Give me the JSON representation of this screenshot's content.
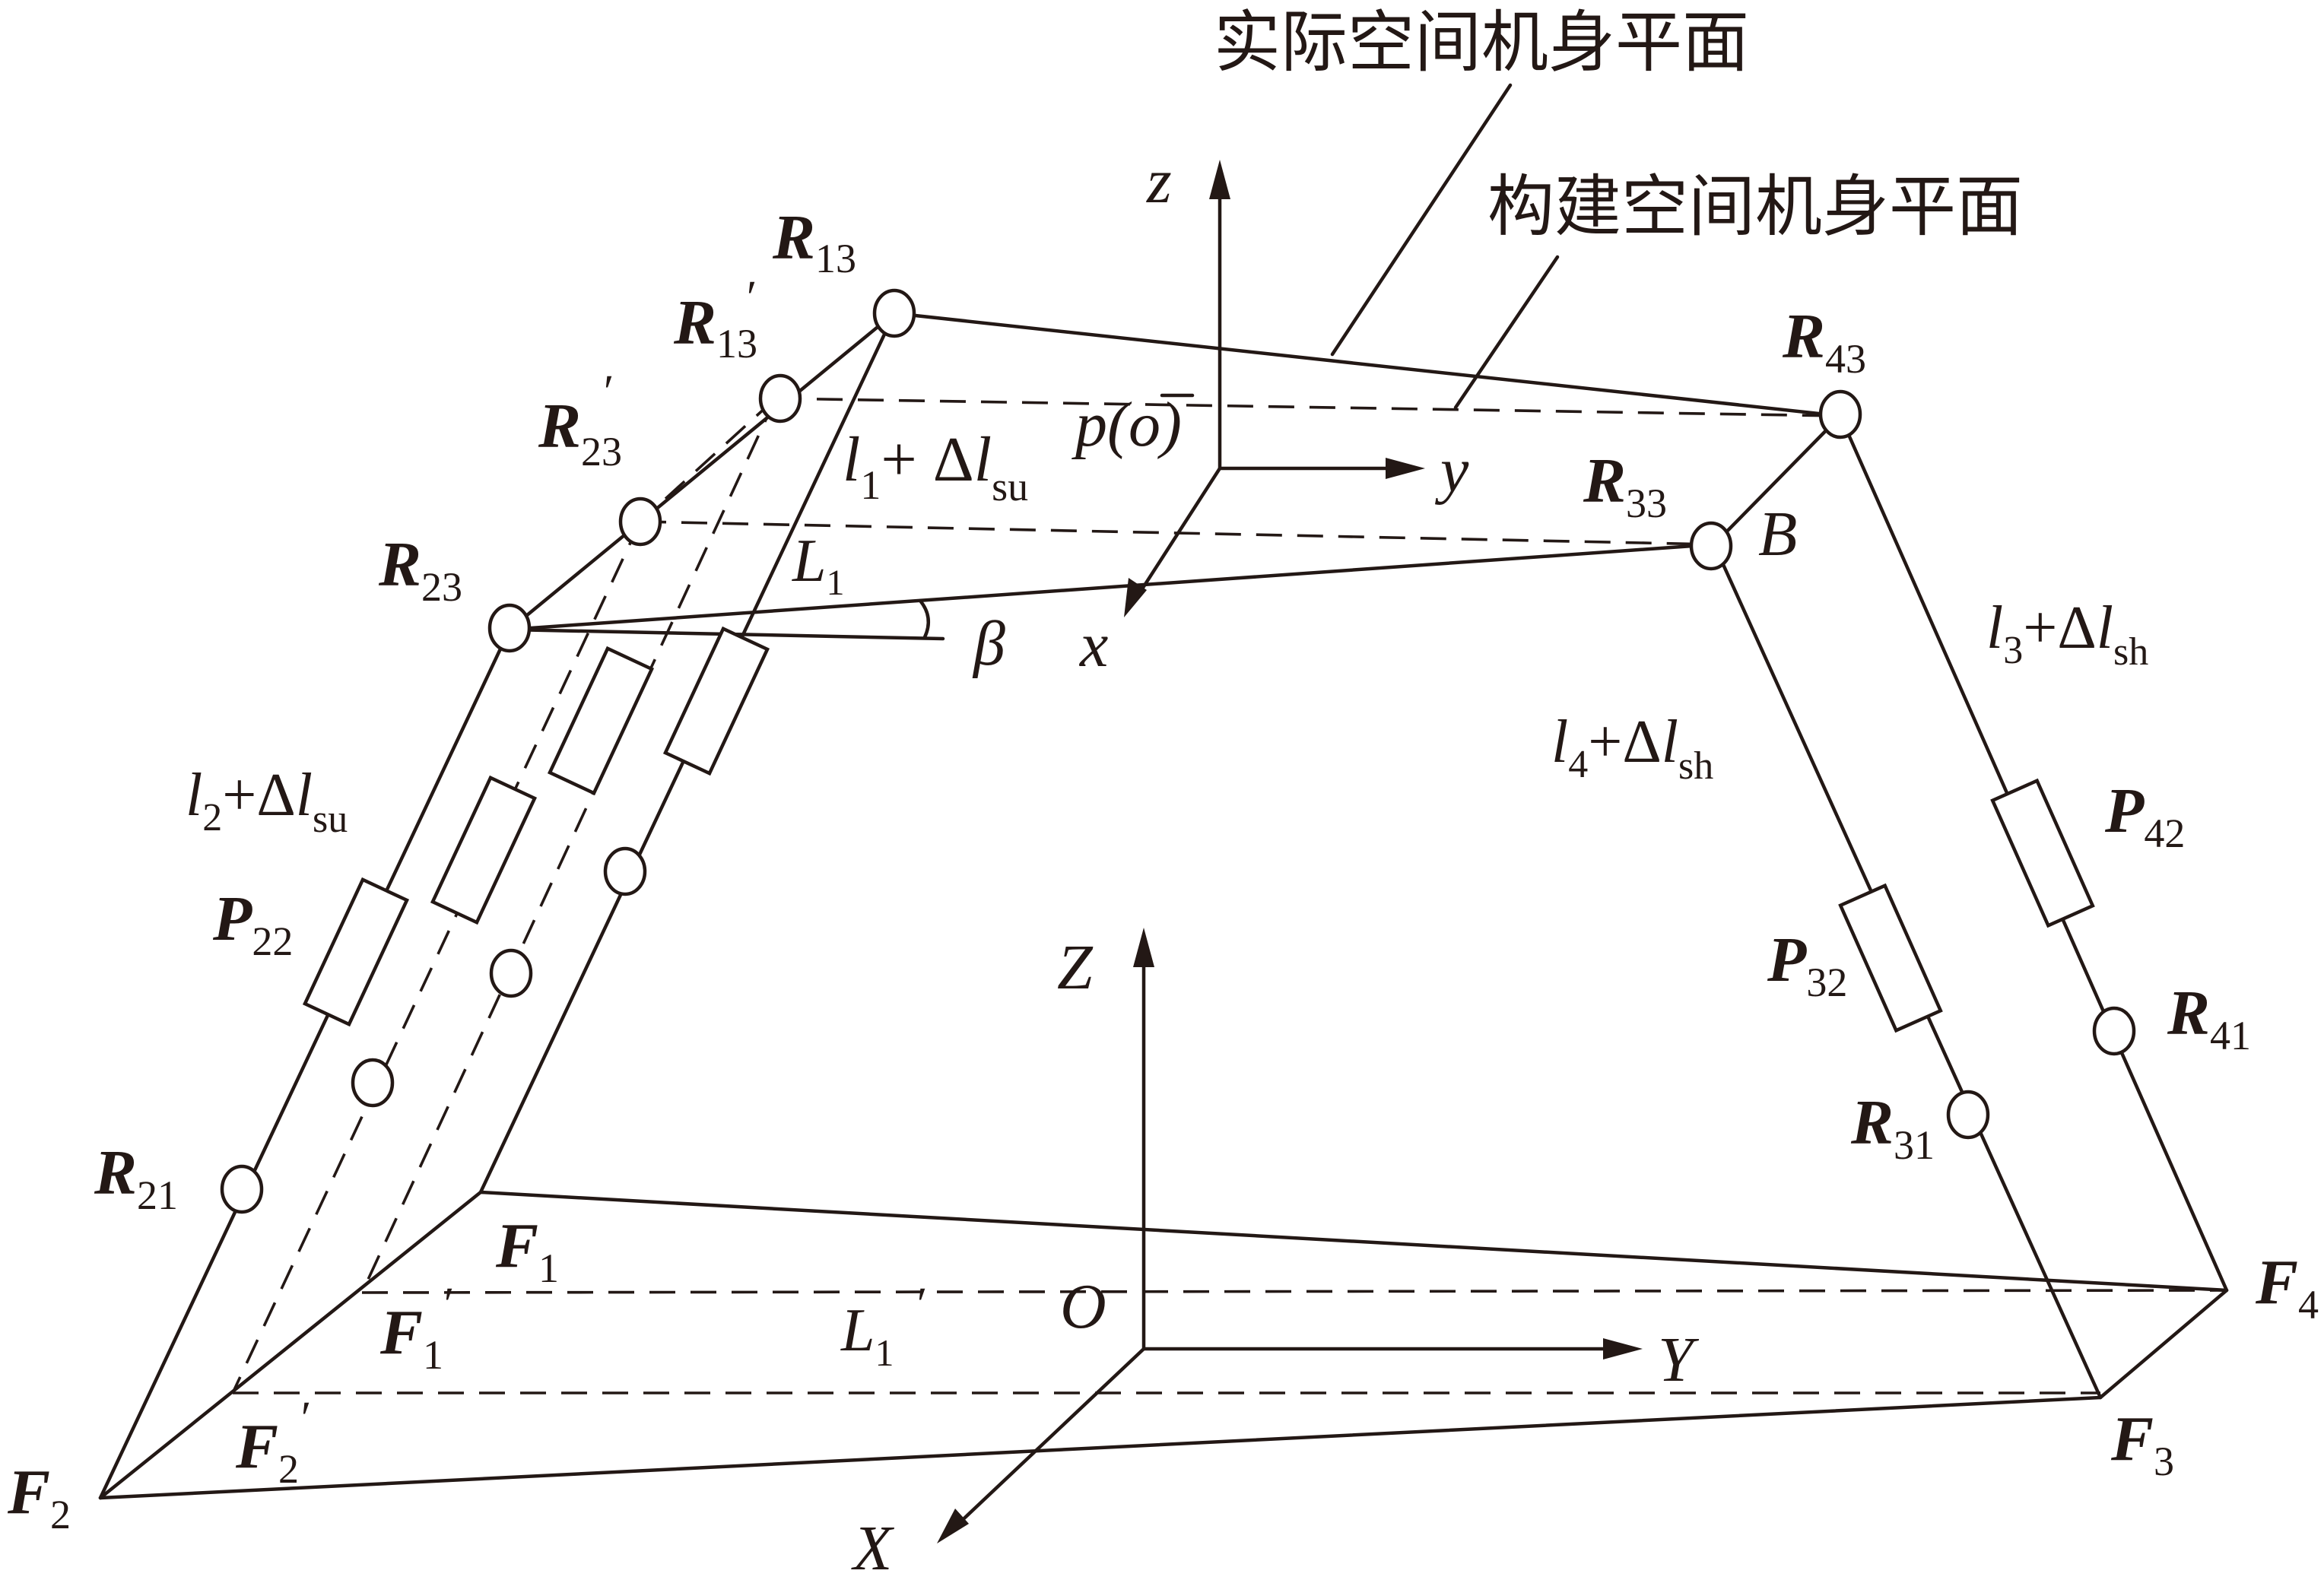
{
  "titles": {
    "actual_plane": "实际空间机身平面",
    "built_plane": "构建空间机身平面"
  },
  "joints": {
    "R13": {
      "main": "R",
      "sub": "13"
    },
    "R13p": {
      "main": "R",
      "sub": "13",
      "prime": "′"
    },
    "R23p": {
      "main": "R",
      "sub": "23",
      "prime": "′"
    },
    "R23": {
      "main": "R",
      "sub": "23"
    },
    "R21": {
      "main": "R",
      "sub": "21"
    },
    "R43": {
      "main": "R",
      "sub": "43"
    },
    "R33": {
      "main": "R",
      "sub": "33"
    },
    "R41": {
      "main": "R",
      "sub": "41"
    },
    "R31": {
      "main": "R",
      "sub": "31"
    },
    "P22": {
      "main": "P",
      "sub": "22"
    },
    "P42": {
      "main": "P",
      "sub": "42"
    },
    "P32": {
      "main": "P",
      "sub": "32"
    }
  },
  "feet": {
    "F1": {
      "main": "F",
      "sub": "1"
    },
    "F1p": {
      "main": "F",
      "sub": "1",
      "prime": "′"
    },
    "F2p": {
      "main": "F",
      "sub": "2",
      "prime": "′"
    },
    "F2": {
      "main": "F",
      "sub": "2"
    },
    "F3": {
      "main": "F",
      "sub": "3"
    },
    "F4": {
      "main": "F",
      "sub": "4"
    }
  },
  "legs": {
    "l1": {
      "var": "l",
      "sub": "1",
      "plus": "+ Δ",
      "dvar": "l",
      "dsub": "su"
    },
    "l2": {
      "var": "l",
      "sub": "2",
      "plus": "+Δ",
      "dvar": "l",
      "dsub": "su"
    },
    "l3": {
      "var": "l",
      "sub": "3",
      "plus": "+Δ",
      "dvar": "l",
      "dsub": "sh"
    },
    "l4": {
      "var": "l",
      "sub": "4",
      "plus": "+Δ",
      "dvar": "l",
      "dsub": "sh"
    }
  },
  "axes": {
    "z": "z",
    "y": "y",
    "x": "x",
    "Z": "Z",
    "Y": "Y",
    "X": "X",
    "O": "O",
    "p_o": "p(o)"
  },
  "misc": {
    "L1": {
      "main": "L",
      "sub": "1"
    },
    "L1p": {
      "main": "L",
      "sub": "1",
      "prime": "′"
    },
    "beta": "β",
    "B": "B"
  }
}
